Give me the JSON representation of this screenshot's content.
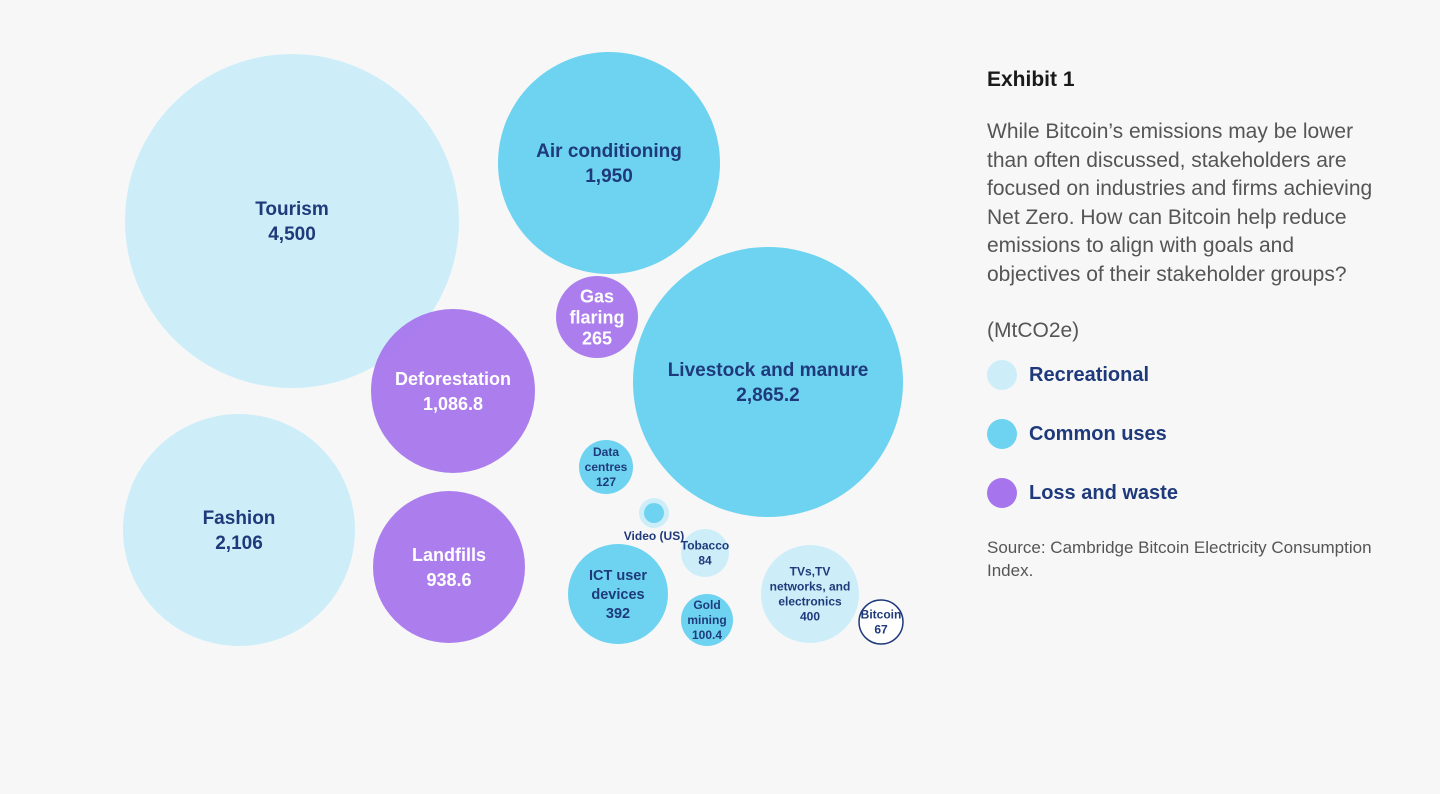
{
  "panel": {
    "title": "Exhibit 1",
    "description": "While Bitcoin’s emissions may be lower than often discussed, stakeholders are focused on industries and firms achieving Net Zero. How can Bitcoin help reduce emissions to align with goals and objectives of their stakeholder groups?",
    "unit": "(MtCO2e)",
    "source": "Source: Cambridge Bitcoin Electricity Consumption Index."
  },
  "colors": {
    "recreational": "#cdeef9",
    "common_uses": "#6dd3f1",
    "loss_and_waste": "#a674ec",
    "label_dark": "#1f3a7a",
    "label_light": "#ffffff",
    "bitcoin_outline": "#1f3a7a"
  },
  "chart_data": {
    "type": "bubble",
    "title": "Exhibit 1",
    "unit": "MtCO2e",
    "legend": [
      {
        "key": "recreational",
        "label": "Recreational"
      },
      {
        "key": "common_uses",
        "label": "Common uses"
      },
      {
        "key": "loss_and_waste",
        "label": "Loss and waste"
      }
    ],
    "series": [
      {
        "name": "Tourism",
        "label_lines": [
          "Tourism",
          "4,500"
        ],
        "value": 4500,
        "category": "recreational"
      },
      {
        "name": "Air conditioning",
        "label_lines": [
          "Air conditioning",
          "1,950"
        ],
        "value": 1950,
        "category": "common_uses"
      },
      {
        "name": "Gas flaring",
        "label_lines": [
          "Gas",
          "flaring",
          "265"
        ],
        "value": 265,
        "category": "loss_and_waste"
      },
      {
        "name": "Livestock and manure",
        "label_lines": [
          "Livestock and manure",
          "2,865.2"
        ],
        "value": 2865.2,
        "category": "common_uses"
      },
      {
        "name": "Deforestation",
        "label_lines": [
          "Deforestation",
          "1,086.8"
        ],
        "value": 1086.8,
        "category": "loss_and_waste"
      },
      {
        "name": "Fashion",
        "label_lines": [
          "Fashion",
          "2,106"
        ],
        "value": 2106,
        "category": "recreational"
      },
      {
        "name": "Landfills",
        "label_lines": [
          "Landfills",
          "938.6"
        ],
        "value": 938.6,
        "category": "loss_and_waste"
      },
      {
        "name": "Data centres",
        "label_lines": [
          "Data",
          "centres",
          "127"
        ],
        "value": 127,
        "category": "common_uses"
      },
      {
        "name": "Video (US)",
        "label_lines": [
          "Video (US)"
        ],
        "category": "common_uses"
      },
      {
        "name": "Tobacco",
        "label_lines": [
          "Tobacco",
          "84"
        ],
        "value": 84,
        "category": "recreational"
      },
      {
        "name": "ICT user devices",
        "label_lines": [
          "ICT user",
          "devices",
          "392"
        ],
        "value": 392,
        "category": "common_uses"
      },
      {
        "name": "Gold mining",
        "label_lines": [
          "Gold",
          "mining",
          "100.4"
        ],
        "value": 100.4,
        "category": "common_uses"
      },
      {
        "name": "TVs, TV networks, and electronics",
        "label_lines": [
          "TVs,TV",
          "networks, and",
          "electronics",
          "400"
        ],
        "value": 400,
        "category": "recreational"
      },
      {
        "name": "Bitcoin",
        "label_lines": [
          "Bitcoin",
          "67"
        ],
        "value": 67,
        "category": "bitcoin"
      }
    ]
  }
}
